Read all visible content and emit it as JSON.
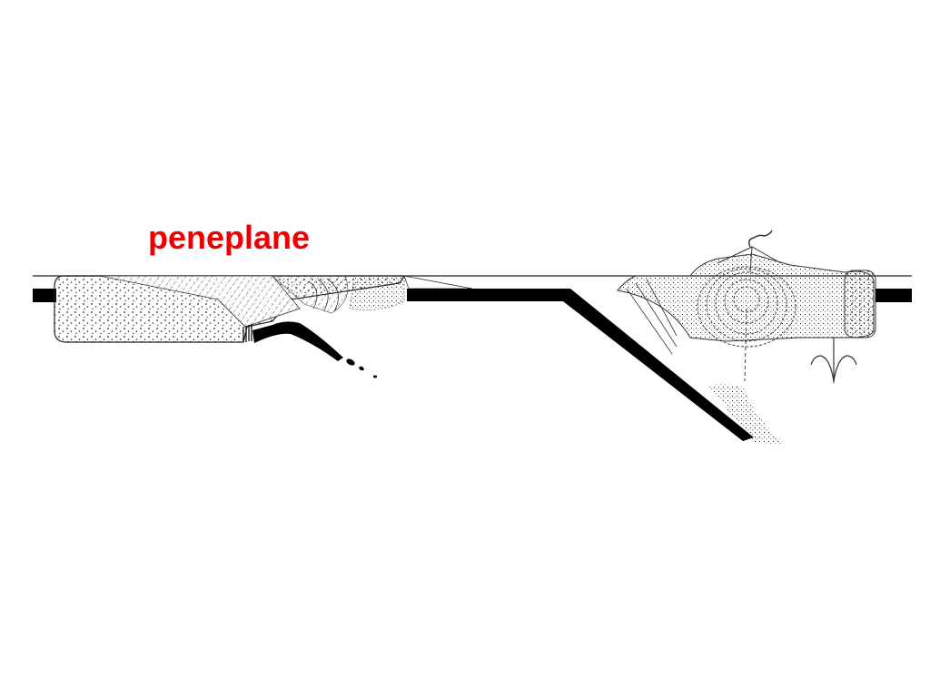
{
  "slide": {
    "label": "peneplane",
    "label_color": "#ee0000",
    "background": "#ffffff"
  },
  "diagram": {
    "type": "geological-cross-section",
    "elements": [
      {
        "name": "surface-line",
        "description": "flat horizontal erosion surface"
      },
      {
        "name": "left-crust-block",
        "description": "stippled continental crust block, left"
      },
      {
        "name": "left-subducting-slab",
        "description": "black slab dipping right beneath left block, fading into dashes"
      },
      {
        "name": "central-oceanic-slab",
        "description": "thick black oceanic lithosphere bending down to the right"
      },
      {
        "name": "right-crust-block",
        "description": "deformed crust with concentric folded strata and volcano"
      },
      {
        "name": "volcano",
        "description": "small volcano with plume at the top of right block"
      },
      {
        "name": "magma-pocket",
        "description": "stippled magma at slab depth"
      },
      {
        "name": "right-slab-stub",
        "description": "black slab segment at far right"
      },
      {
        "name": "mantle-plume-arrows",
        "description": "curved arrows beneath right block"
      }
    ]
  }
}
